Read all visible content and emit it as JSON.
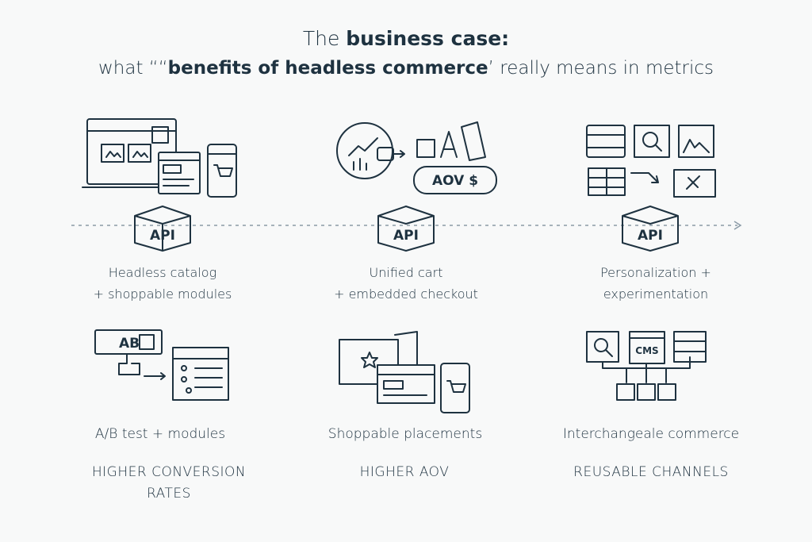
{
  "title": {
    "line1_prefix": "The ",
    "line1_bold": "business case:",
    "line2_prefix": "what ““",
    "line2_bold": "benefits of headless commerce",
    "line2_suffix": "’ really means in metrics"
  },
  "api_label": "API",
  "aov_label": "AOV $",
  "ab_label": "AB",
  "cms_label": "CMS",
  "columns": [
    {
      "label_line1": "Headless catalog",
      "label_line2": "+ shoppable modules",
      "tactic": "A/B test + modules",
      "metric_line1": "HIGHER CONVERSION",
      "metric_line2": "RATES"
    },
    {
      "label_line1": "Unified cart",
      "label_line2": "+ embedded checkout",
      "tactic": "Shoppable placements",
      "metric_line1": "HIGHER AOV",
      "metric_line2": ""
    },
    {
      "label_line1": "Personalization +",
      "label_line2": "experimentation",
      "tactic": "Interchangeale commerce",
      "metric_line1": "REUSABLE CHANNELS",
      "metric_line2": ""
    }
  ],
  "colors": {
    "ink": "#1e3240",
    "background": "#f8f9f9",
    "dashed_line": "#8a9aa6"
  }
}
